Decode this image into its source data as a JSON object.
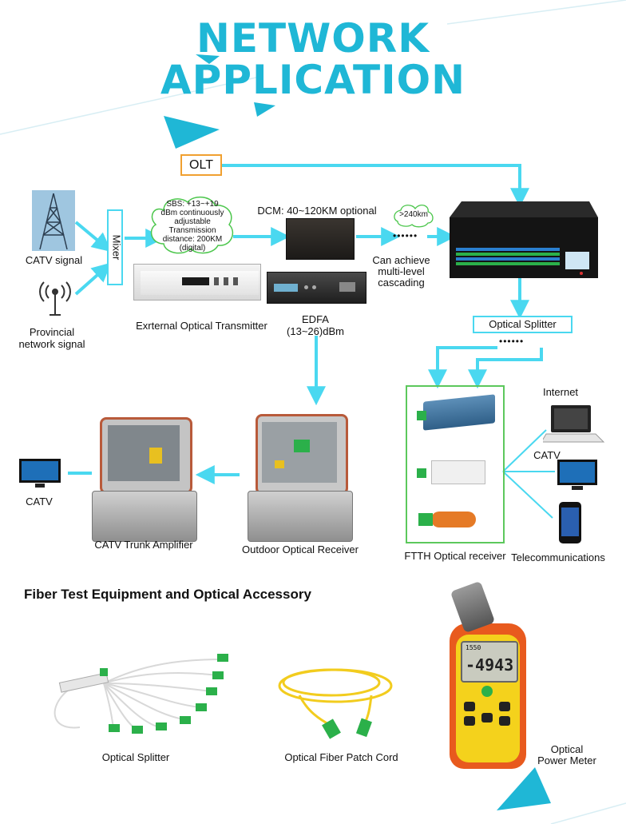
{
  "title": {
    "line1": "NETWORK",
    "line2": "APPLICATION"
  },
  "olt": {
    "label": "OLT"
  },
  "sources": {
    "catv_signal": "CATV signal",
    "provincial_line1": "Provincial",
    "provincial_line2": "network signal"
  },
  "mixer": {
    "label": "Mixer"
  },
  "sbs_cloud": {
    "line1": "SBS: +13~+19",
    "line2": "dBm continuously",
    "line3": "adjustable",
    "line4": "Transmission",
    "line5": "distance: 200KM",
    "line6": "(digital)"
  },
  "dcm": {
    "label": "DCM: 40~120KM optional"
  },
  "cloud_240": {
    "label": ">240km"
  },
  "cascading": {
    "line1": "Can achieve",
    "line2": "multi-level",
    "line3": "cascading"
  },
  "dots": {
    "text": "••••••"
  },
  "transmitter": {
    "label": "Exrternal Optical Transmitter"
  },
  "edfa": {
    "line1": "EDFA",
    "line2": "(13~26)dBm"
  },
  "optical_splitter_box": {
    "label": "Optical Splitter"
  },
  "ftth": {
    "label": "FTTH Optical receiver"
  },
  "endpoints": {
    "internet": "Internet",
    "catv": "CATV",
    "telecom": "Telecommunications"
  },
  "outdoor_receiver": {
    "label": "Outdoor Optical Receiver"
  },
  "trunk_amp": {
    "label": "CATV Trunk Amplifier"
  },
  "tv_left": {
    "label": "CATV"
  },
  "section2": {
    "heading": "Fiber Test Equipment and Optical Accessory"
  },
  "accessories": {
    "splitter": "Optical Splitter",
    "patch_cord": "Optical Fiber Patch Cord",
    "power_meter_line1": "Optical",
    "power_meter_line2": "Power Meter"
  },
  "meter_display": {
    "small": "1550",
    "value": "-4943"
  },
  "colors": {
    "accent": "#1fb7d6",
    "arrow": "#4ad8f0",
    "olt_border": "#f0a030",
    "ftth_border": "#5cc85c"
  }
}
